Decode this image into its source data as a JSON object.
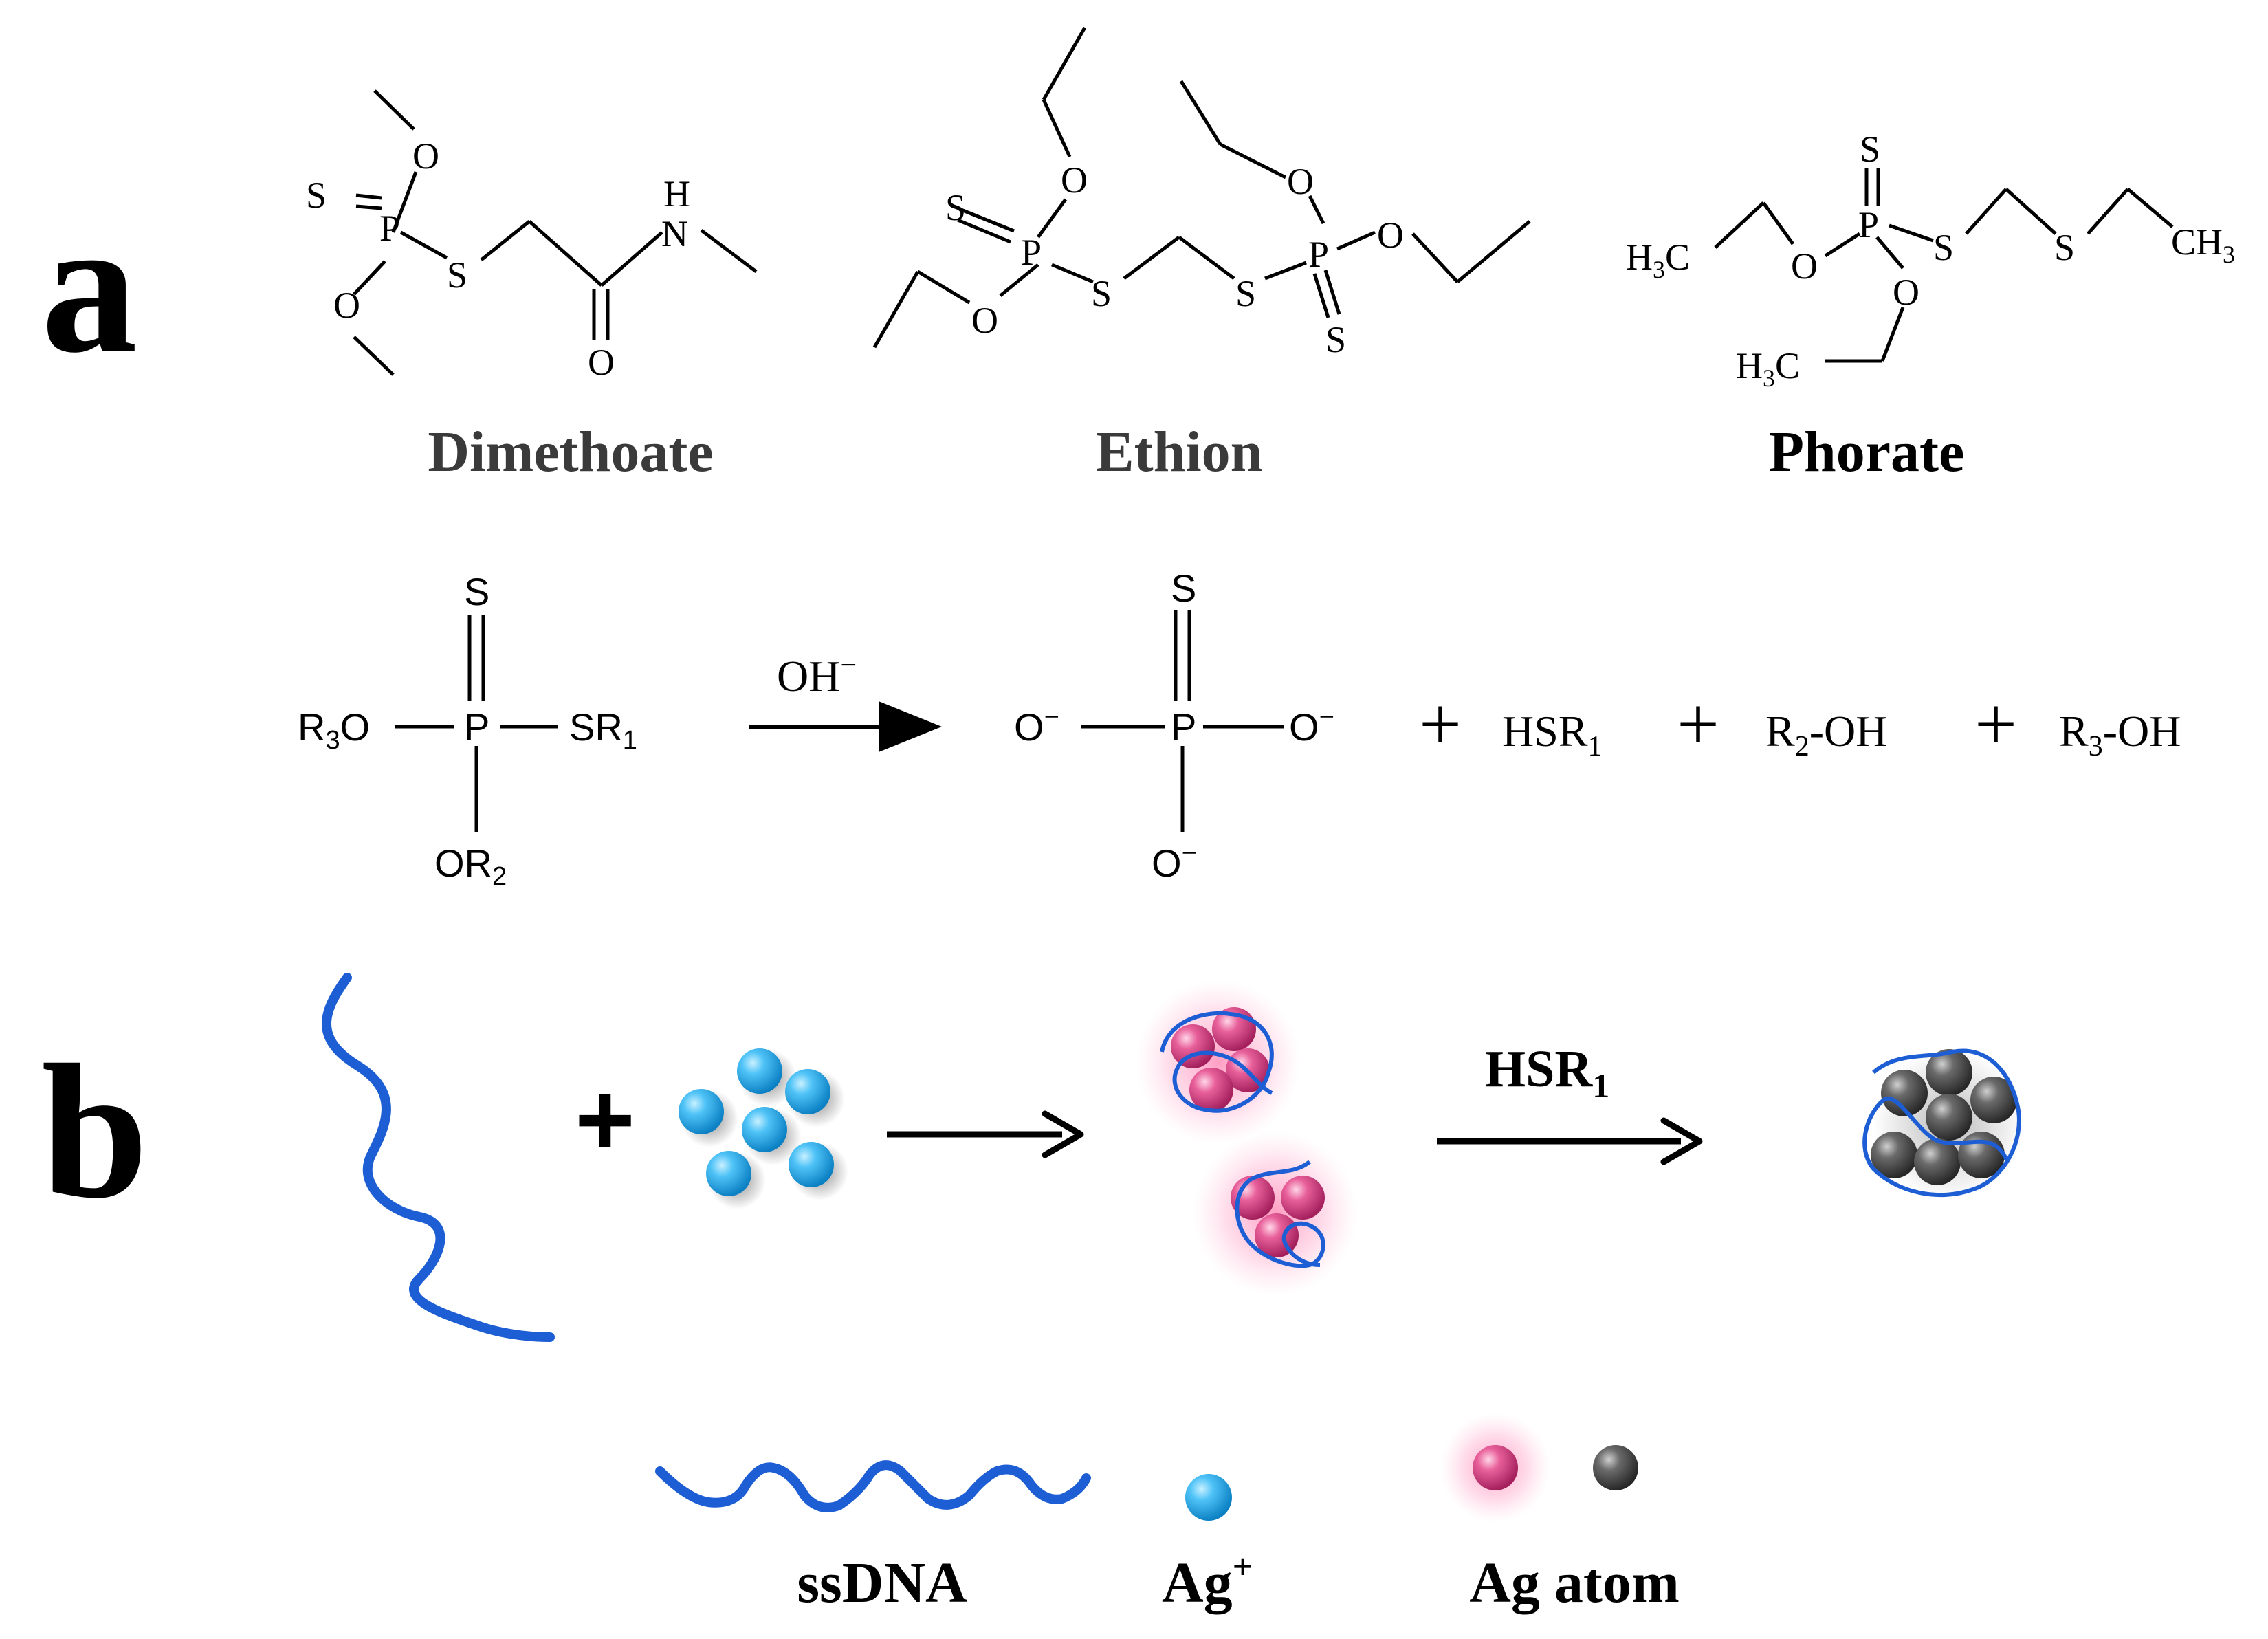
{
  "panels": {
    "a": "a",
    "b": "b"
  },
  "compounds": [
    {
      "name": "Dimethoate",
      "atoms": {
        "s_double": "S",
        "p": "P",
        "o_top": "O",
        "o_bottom": "O",
        "s_link": "S",
        "h": "H",
        "n": "N",
        "o_carbonyl": "O"
      }
    },
    {
      "name": "Ethion",
      "atoms": {
        "s1": "S",
        "p1": "P",
        "o1": "O",
        "o2": "O",
        "s2": "S",
        "s3": "S",
        "p2": "P",
        "o3": "O",
        "o4": "O",
        "s4": "S"
      }
    },
    {
      "name": "Phorate",
      "atoms": {
        "h3c_left": "H3C",
        "o1": "O",
        "s_double": "S",
        "p": "P",
        "o2": "O",
        "s1": "S",
        "s2": "S",
        "ch3_right": "CH3",
        "h3c_bottom": "H3C"
      }
    }
  ],
  "reaction": {
    "reactant": {
      "s": "S",
      "p": "P",
      "left": "R3O",
      "right": "SR1",
      "bottom": "OR2"
    },
    "reagent": "OH−",
    "product": {
      "s": "S",
      "p": "P",
      "left": "O−",
      "right": "O−",
      "bottom": "O−"
    },
    "plus": "+",
    "byproducts": [
      "HSR1",
      "R2-OH",
      "R3-OH"
    ]
  },
  "scheme_b": {
    "plus": "+",
    "reagent": "HSR1"
  },
  "legend": [
    {
      "id": "ssdna",
      "label": "ssDNA",
      "color": "#1e5ed4"
    },
    {
      "id": "ag_ion",
      "label": "Ag+",
      "color": "#22a6e8"
    },
    {
      "id": "ag_atom",
      "label": "Ag atom",
      "colors": [
        "#e0508c",
        "#555555"
      ]
    }
  ],
  "colors": {
    "strand": "#1e5ed4",
    "ag_ion": "#22a6e8",
    "ag_atom_pink": "#e0508c",
    "ag_atom_gray": "#555555",
    "text_dark": "#3a3a3a",
    "text": "#000000"
  }
}
